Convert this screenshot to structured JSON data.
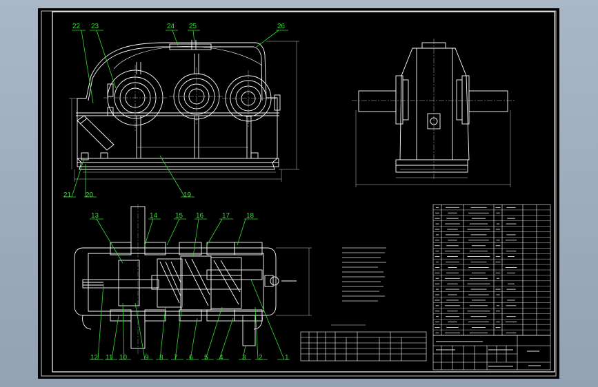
{
  "drawing": {
    "labels": {
      "l1": "1",
      "l2": "2",
      "l3": "3",
      "l4": "4",
      "l5": "5",
      "l6": "6",
      "l7": "7",
      "l8": "8",
      "l9": "9",
      "l10": "10",
      "l11": "11",
      "l12": "12",
      "l13": "13",
      "l14": "14",
      "l15": "15",
      "l16": "16",
      "l17": "17",
      "l18": "18",
      "l19": "19",
      "l20": "20",
      "l21": "21",
      "l22": "22",
      "l23": "23",
      "l24": "24",
      "l25": "25",
      "l26": "26"
    },
    "colors": {
      "background": "#000000",
      "linework": "#ffffff",
      "leaders": "#33dd33",
      "dimensions": "#cccccc",
      "centerlines": "#bbbbbb",
      "window": "#a0afc0"
    }
  }
}
